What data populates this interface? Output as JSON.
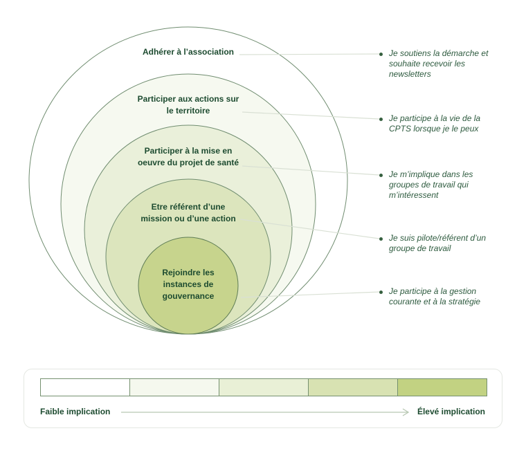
{
  "diagram": {
    "rings": [
      {
        "label_lines": [
          "Adhérer à l’association",
          "",
          ""
        ],
        "fill": "#ffffff",
        "description_lines": [
          "Je soutiens la démarche et",
          "souhaite recevoir les",
          "newsletters"
        ]
      },
      {
        "label_lines": [
          "Participer aux actions sur",
          "le territoire",
          ""
        ],
        "fill": "#f6f9f0",
        "description_lines": [
          "Je participe à la vie de la",
          "CPTS lorsque je le peux",
          ""
        ]
      },
      {
        "label_lines": [
          "Participer à la mise en",
          "oeuvre du projet de santé",
          ""
        ],
        "fill": "#eaf0da",
        "description_lines": [
          "Je m’implique dans les",
          "groupes de travail qui",
          "m’intéressent"
        ]
      },
      {
        "label_lines": [
          "Etre référent d’une",
          "mission ou d’une action",
          ""
        ],
        "fill": "#dce5bd",
        "description_lines": [
          "Je suis pilote/référent d’un",
          "groupe de travail",
          ""
        ]
      },
      {
        "label_lines": [
          "Rejoindre les",
          "instances de",
          "gouvernance"
        ],
        "fill": "#c7d48d",
        "description_lines": [
          "Je participe à la gestion",
          "courante et à la stratégie",
          ""
        ]
      }
    ],
    "label_color": "#1d4b30",
    "description_color": "#2d5a3e",
    "ring_stroke_color": "#6f8c6f",
    "connector_color": "#d9e0d4"
  },
  "legend": {
    "segment_colors": [
      "#ffffff",
      "#f5f8ee",
      "#e9f0d6",
      "#d8e2b2",
      "#c2d282"
    ],
    "left_label": "Faible implication",
    "right_label": "Élevé implication",
    "bar_border_color": "#75906f",
    "arrow_color": "#b7c7b2"
  }
}
